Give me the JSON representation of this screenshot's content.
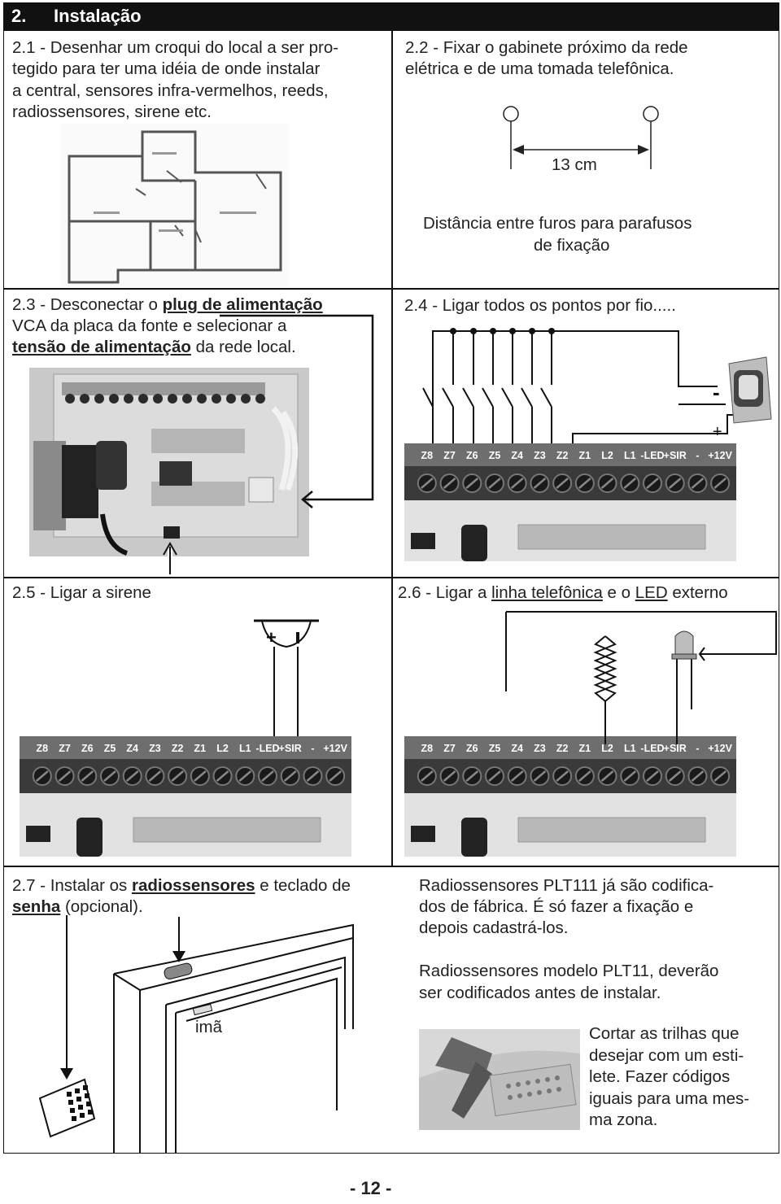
{
  "header": {
    "number": "2.",
    "title": "Instalação"
  },
  "s21": {
    "lines": [
      "2.1 - Desenhar um croqui do local a ser pro-",
      "tegido para ter uma idéia de onde instalar",
      "a central, sensores infra-vermelhos, reeds,",
      "radiossensores, sirene etc."
    ]
  },
  "s22": {
    "lines": [
      "2.2 - Fixar o gabinete próximo da rede",
      "elétrica e de uma tomada telefônica."
    ],
    "dimension": "13 cm",
    "caption_lines": [
      "Distância entre furos para parafusos",
      "de fixação"
    ]
  },
  "s23": {
    "line1_pre": "2.3 - Desconectar o ",
    "line1_bold": "plug de alimentação",
    "line2": "VCA da placa da fonte e selecionar a",
    "line3_bold": "tensão de alimentação",
    "line3_post": " da rede local."
  },
  "s24": {
    "title": "2.4 - Ligar todos os pontos por fio....."
  },
  "s25": {
    "title": "2.5 - Ligar a sirene"
  },
  "s26": {
    "pre": "2.6 - Ligar a ",
    "u1": "linha telefônica",
    "mid": " e o ",
    "u2": "LED",
    "post": " externo"
  },
  "terminals": [
    "Z8",
    "Z7",
    "Z6",
    "Z5",
    "Z4",
    "Z3",
    "Z2",
    "Z1",
    "L2",
    "L1",
    "-LED",
    "+SIR",
    "-",
    "+12V"
  ],
  "s27": {
    "line1_pre": "2.7 - Instalar os ",
    "line1_bold": "radiossensores",
    "line1_post": " e teclado de",
    "line2_bold": "senha",
    "line2_post": " (opcional).",
    "magnet": "imã"
  },
  "radio": {
    "p1": [
      "Radiossensores PLT111  já são codifica-",
      "dos de fábrica.  É só fazer a fixação    e",
      "depois cadastrá-los."
    ],
    "p2": [
      "Radiossensores modelo  PLT11, deverão",
      "ser codificados antes de instalar."
    ],
    "p3": [
      "Cortar as trilhas que",
      "desejar com um esti-",
      "lete.  Fazer códigos",
      "iguais para uma mes-",
      "ma zona."
    ]
  },
  "footer": {
    "page": "- 12 -"
  }
}
